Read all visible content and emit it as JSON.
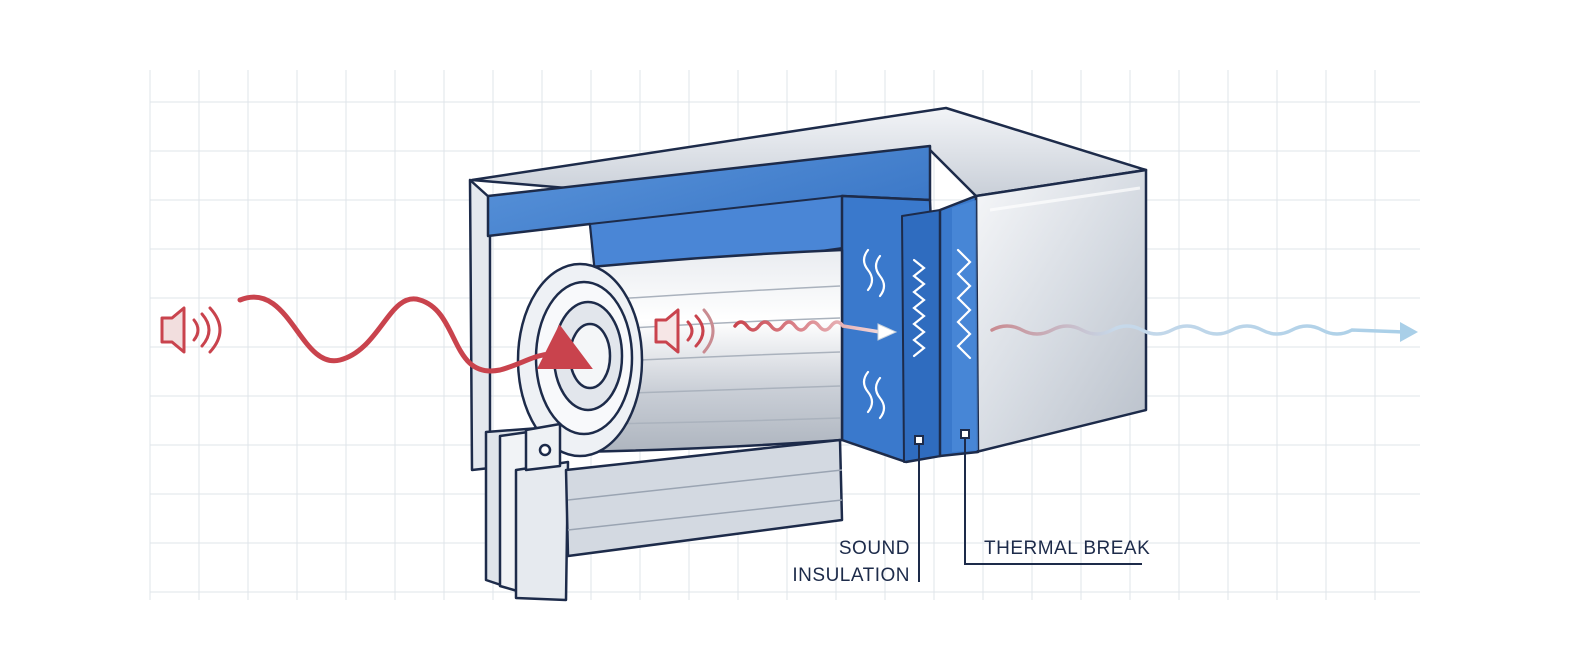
{
  "diagram": {
    "labels": {
      "sound_insulation_line1": "SOUND",
      "sound_insulation_line2": "INSULATION",
      "thermal_break": "THERMAL BREAK"
    },
    "icons": {
      "outside_speaker": "speaker-icon",
      "inside_speaker": "speaker-icon"
    },
    "colors": {
      "sound_wave_red": "#c9434d",
      "insulation_blue": "#3f7fd0",
      "thermal_blue": "#3a79cc",
      "outline_navy": "#1d2b4a",
      "grid": "#dfe4ea",
      "output_wave_light_blue": "#a9cfe8"
    }
  }
}
